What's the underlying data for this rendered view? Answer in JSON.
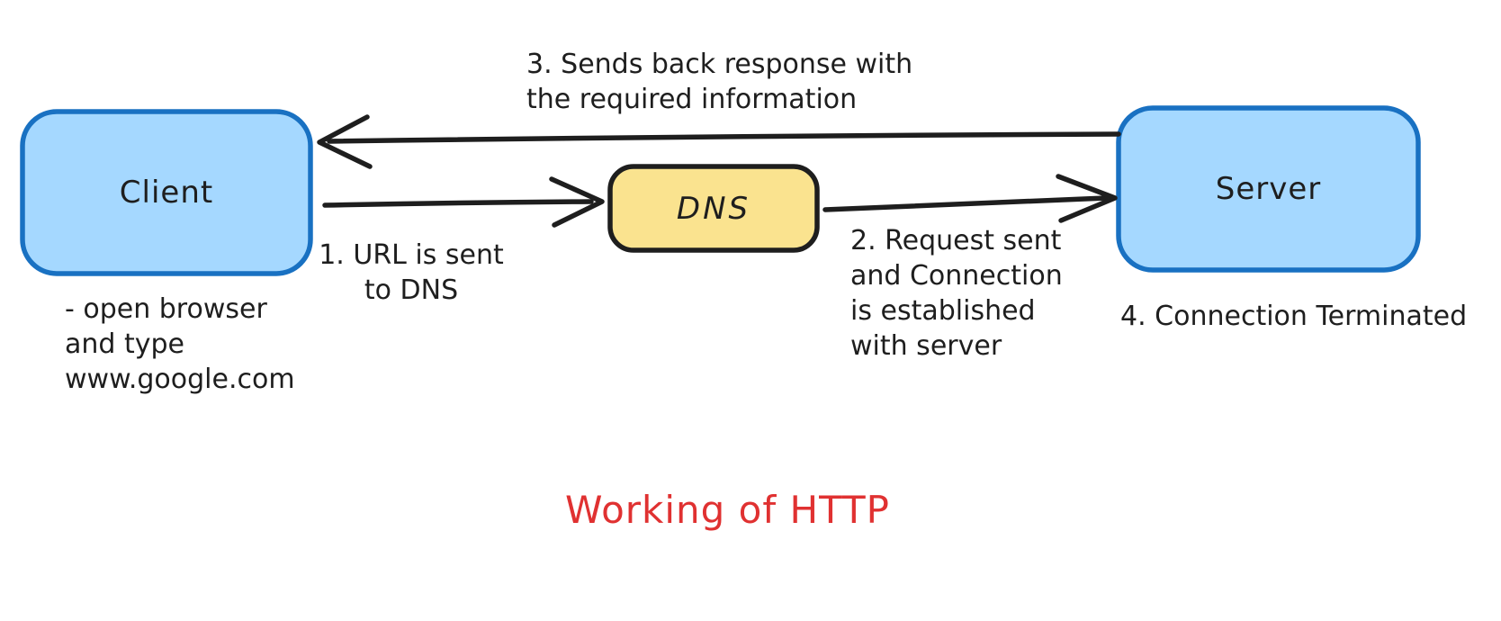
{
  "canvas": {
    "background": "#ffffff"
  },
  "title": {
    "text": "Working of HTTP",
    "color": "#e03131"
  },
  "nodes": {
    "client": {
      "label": "Client",
      "fill": "#a5d8ff",
      "stroke": "#1971c2"
    },
    "dns": {
      "label": "DNS",
      "fill": "#fae38f",
      "stroke": "#1e1e1e"
    },
    "server": {
      "label": "Server",
      "fill": "#a5d8ff",
      "stroke": "#1971c2"
    }
  },
  "annotations": {
    "step1": {
      "lines": [
        "1. URL is sent",
        "to DNS"
      ]
    },
    "step2": {
      "lines": [
        "2. Request sent",
        "and Connection",
        "is established",
        "with server"
      ]
    },
    "step3": {
      "lines": [
        "3. Sends back response with",
        "the required information"
      ]
    },
    "step4": {
      "lines": [
        "4. Connection Terminated"
      ]
    },
    "client_note": {
      "lines": [
        "- open browser",
        "and type",
        "www.google.com"
      ]
    }
  },
  "arrows": {
    "ink": "#1e1e1e",
    "items": [
      {
        "name": "response-arrow",
        "from": "Server",
        "to": "Client"
      },
      {
        "name": "client-to-dns-arrow",
        "from": "Client",
        "to": "DNS"
      },
      {
        "name": "dns-to-server-arrow",
        "from": "DNS",
        "to": "Server"
      }
    ]
  }
}
